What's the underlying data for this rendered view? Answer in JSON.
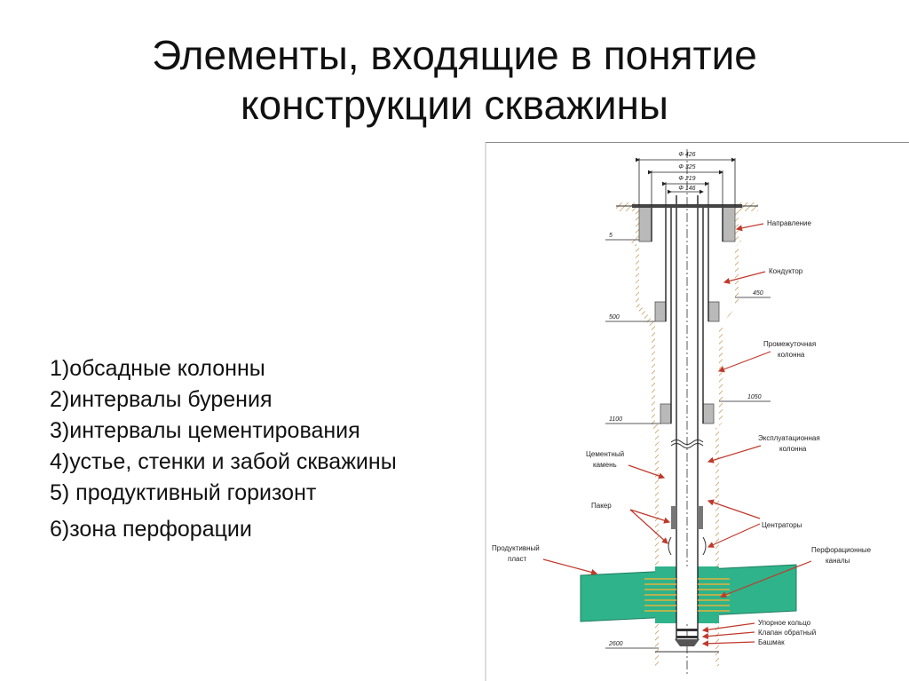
{
  "title": {
    "line1": "Элементы, входящие в понятие",
    "line2": "конструкции скважины"
  },
  "items": [
    "1)обсадные колонны",
    "2)интервалы бурения",
    "3)интервалы цементирования",
    "4)устье, стенки и забой скважины",
    "5) продуктивный горизонт",
    "6)зона перфорации"
  ],
  "diagram": {
    "diameters": [
      "Ф 426",
      "Ф 325",
      "Ф 219",
      "Ф 146"
    ],
    "depths": [
      "5",
      "450",
      "500",
      "1050",
      "1100",
      "2600"
    ],
    "labels": {
      "napravlenie": "Направление",
      "konduktor": "Кондуктор",
      "promezh1": "Промежуточная",
      "promezh2": "колонна",
      "cement1": "Цементный",
      "cement2": "камень",
      "expl1": "Эксплуатационная",
      "expl2": "колонна",
      "paker": "Пакер",
      "centratory": "Центраторы",
      "prod1": "Продуктивный",
      "prod2": "пласт",
      "perf1": "Перфорационные",
      "perf2": "каналы",
      "upornoe": "Упорное кольцо",
      "klapan": "Клапан обратный",
      "bashmak": "Башмак"
    },
    "colors": {
      "formation": "#2fb38a",
      "cement": "#b9b9b9",
      "earth": "#c49a55",
      "perforation": "#e3b23c"
    }
  }
}
